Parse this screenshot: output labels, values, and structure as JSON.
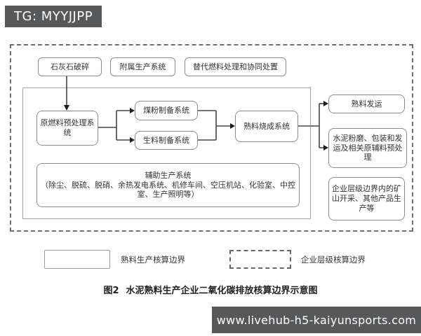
{
  "badge": {
    "text": "TG: MYYJJPP"
  },
  "diagram": {
    "outside_top_nodes": {
      "limestone_crushing": "石灰石破碎",
      "attached_production": "附属生产系统",
      "alt_fuel_processing": "替代燃料处理和协同处置"
    },
    "clinker_boundary_nodes": {
      "raw_fuel_pretreatment": "原燃料预处理系统",
      "coal_powder_preparation": "煤粉制备系统",
      "raw_meal_preparation": "生料制备系统",
      "clinker_firing": "熟料烧成系统",
      "aux_production_title": "辅助生产系统",
      "aux_production_detail": "（除尘、脱硫、脱硝、余热发电系统、机修车间、空压机站、化验室、中控室、生产照明等）"
    },
    "outside_right_nodes": {
      "clinker_dispatch": "熟料发运",
      "cement_grinding": "水泥粉磨、包装和发运及相关原辅料预处理",
      "enterprise_other": "企业层级边界内的矿山开采、其他产品生产等"
    }
  },
  "legend": {
    "clinker_boundary_label": "熟料生产核算边界",
    "enterprise_boundary_label": "企业层级核算边界"
  },
  "caption": {
    "figure_no": "图2",
    "title": "水泥熟料生产企业二氧化碳排放核算边界示意图"
  },
  "footer": {
    "url": "www.livehub-h5-kaiyunsports.com"
  },
  "colors": {
    "badge_bg": "#57585a",
    "footer_bg": "#57585a",
    "node_border": "#8d8d8d",
    "flow_line": "#454545",
    "inner_boundary_border": "#a6a6a6",
    "outer_boundary_border": "#6f6f6f"
  }
}
